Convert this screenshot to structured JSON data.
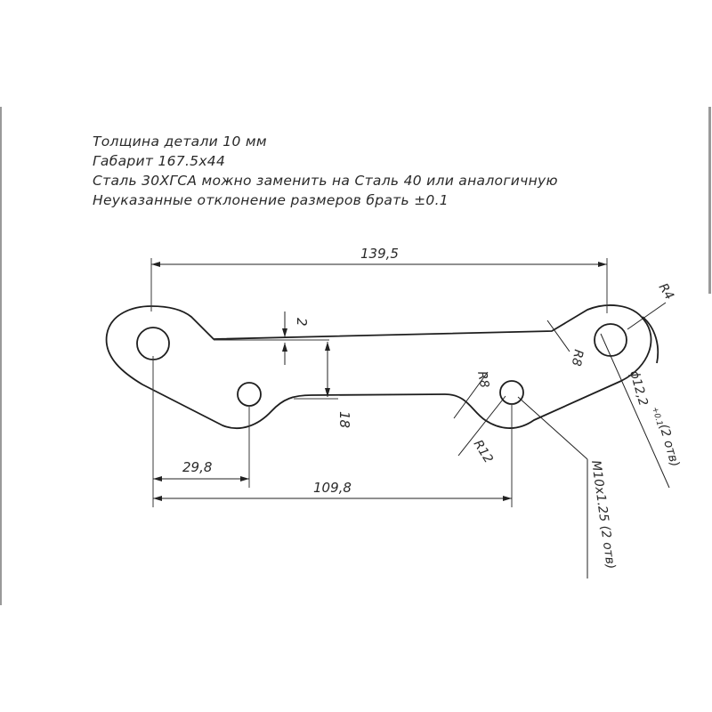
{
  "notes": [
    "Толщина детали 10 мм",
    "Габарит 167.5х44",
    "Сталь 30ХГСА можно заменить на Сталь 40 или аналогичную",
    "Неуказанные отклонение размеров брать ±0.1"
  ],
  "dimensions": {
    "overall_length": "139,5",
    "step_height": "2",
    "vertical_height": "18",
    "hole_offset": "29,8",
    "hole_spacing": "109,8",
    "radius_r4": "R4",
    "radius_r8_right": "R8",
    "radius_r8_middle": "R8",
    "radius_r12": "R12",
    "hole_diameter": "ϕ12,2",
    "hole_tolerance": "+0.1",
    "hole_count_note": "(2 отв)",
    "thread": "M10x1.25 (2 отв)"
  }
}
